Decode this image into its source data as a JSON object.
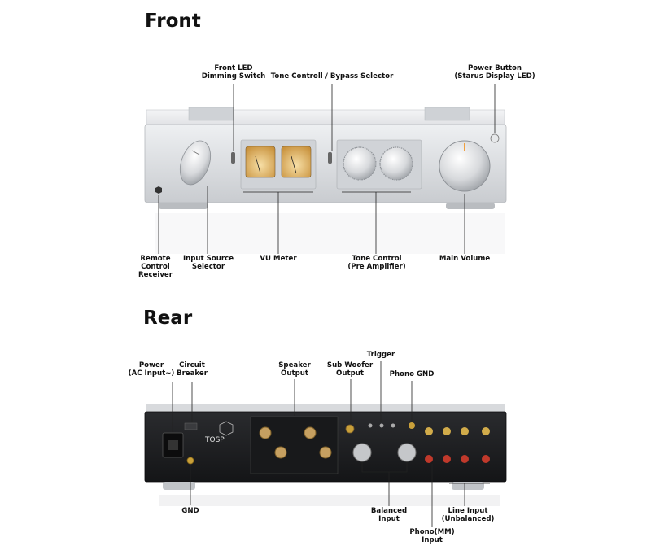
{
  "front": {
    "heading": "Front",
    "labels": {
      "led_dimming": [
        "Front LED",
        "Dimming Switch"
      ],
      "tone_bypass": [
        "Tone Controll / Bypass Selector"
      ],
      "power_button": [
        "Power Button",
        "(Starus Display LED)"
      ],
      "remote_receiver": [
        "Remote",
        "Control",
        "Receiver"
      ],
      "input_selector": [
        "Input Source",
        "Selector"
      ],
      "vu_meter": [
        "VU Meter"
      ],
      "tone_control": [
        "Tone Control",
        "(Pre Amplifier)"
      ],
      "main_volume": [
        "Main Volume"
      ]
    }
  },
  "rear": {
    "heading": "Rear",
    "labels": {
      "power_ac": [
        "Power",
        "(AC Input~)"
      ],
      "circuit_breaker": [
        "Circuit",
        "Breaker"
      ],
      "speaker_output": [
        "Speaker",
        "Output"
      ],
      "sub_woofer": [
        "Sub Woofer",
        "Output"
      ],
      "trigger": [
        "Trigger"
      ],
      "phono_gnd": [
        "Phono GND"
      ],
      "gnd": [
        "GND"
      ],
      "balanced_input": [
        "Balanced",
        "Input"
      ],
      "phono_mm": [
        "Phono(MM)",
        "Input"
      ],
      "line_input": [
        "Line Input",
        "(Unbalanced)"
      ]
    }
  },
  "device_text": {
    "brand": "TOSP"
  },
  "colors": {
    "front_panel": "#d9dcdf",
    "rear_panel": "#1d1e20",
    "vu_face": "#e9c98a",
    "leader_line": "#222222"
  }
}
